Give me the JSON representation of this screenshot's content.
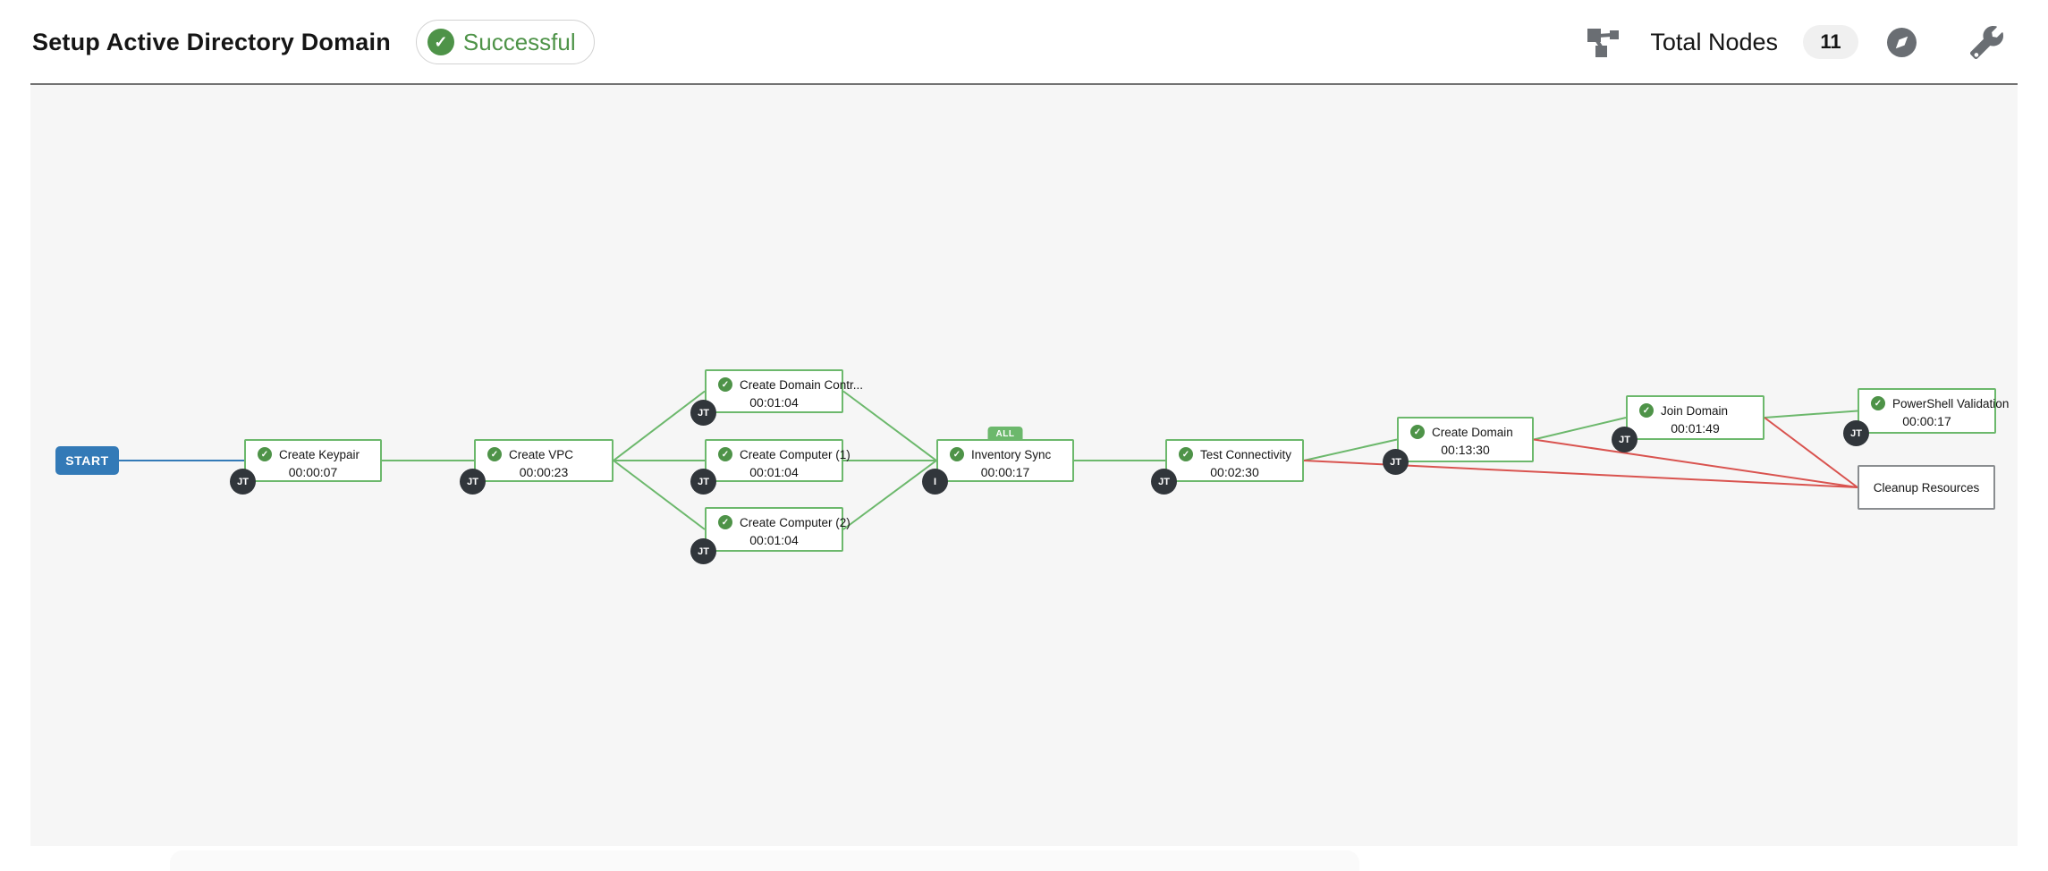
{
  "header": {
    "title": "Setup Active Directory Domain",
    "status": {
      "label": "Successful"
    },
    "total_nodes_label": "Total Nodes",
    "total_nodes_count": "11"
  },
  "workflow": {
    "start_label": "START",
    "nodes": [
      {
        "id": "create-keypair",
        "label": "Create Keypair",
        "elapsed": "00:00:07",
        "status": "successful",
        "type_badge": "JT",
        "convergence": ""
      },
      {
        "id": "create-vpc",
        "label": "Create VPC",
        "elapsed": "00:00:23",
        "status": "successful",
        "type_badge": "JT",
        "convergence": ""
      },
      {
        "id": "create-domain-controller",
        "label": "Create Domain Contr...",
        "elapsed": "00:01:04",
        "status": "successful",
        "type_badge": "JT",
        "convergence": ""
      },
      {
        "id": "create-computer-1",
        "label": "Create Computer (1)",
        "elapsed": "00:01:04",
        "status": "successful",
        "type_badge": "JT",
        "convergence": ""
      },
      {
        "id": "create-computer-2",
        "label": "Create Computer (2)",
        "elapsed": "00:01:04",
        "status": "successful",
        "type_badge": "JT",
        "convergence": ""
      },
      {
        "id": "inventory-sync",
        "label": "Inventory Sync",
        "elapsed": "00:00:17",
        "status": "successful",
        "type_badge": "I",
        "convergence": "ALL"
      },
      {
        "id": "test-connectivity",
        "label": "Test Connectivity",
        "elapsed": "00:02:30",
        "status": "successful",
        "type_badge": "JT",
        "convergence": ""
      },
      {
        "id": "create-domain",
        "label": "Create Domain",
        "elapsed": "00:13:30",
        "status": "successful",
        "type_badge": "JT",
        "convergence": ""
      },
      {
        "id": "join-domain",
        "label": "Join Domain",
        "elapsed": "00:01:49",
        "status": "successful",
        "type_badge": "JT",
        "convergence": ""
      },
      {
        "id": "powershell-validation",
        "label": "PowerShell Validation",
        "elapsed": "00:00:17",
        "status": "successful",
        "type_badge": "JT",
        "convergence": ""
      },
      {
        "id": "cleanup-resources",
        "label": "Cleanup Resources",
        "elapsed": "",
        "status": "not-run",
        "type_badge": "",
        "convergence": ""
      }
    ],
    "links": [
      {
        "from": "start",
        "to": "create-keypair",
        "run": "always"
      },
      {
        "from": "create-keypair",
        "to": "create-vpc",
        "run": "success"
      },
      {
        "from": "create-vpc",
        "to": "create-domain-controller",
        "run": "success"
      },
      {
        "from": "create-vpc",
        "to": "create-computer-1",
        "run": "success"
      },
      {
        "from": "create-vpc",
        "to": "create-computer-2",
        "run": "success"
      },
      {
        "from": "create-domain-controller",
        "to": "inventory-sync",
        "run": "success"
      },
      {
        "from": "create-computer-1",
        "to": "inventory-sync",
        "run": "success"
      },
      {
        "from": "create-computer-2",
        "to": "inventory-sync",
        "run": "success"
      },
      {
        "from": "inventory-sync",
        "to": "test-connectivity",
        "run": "success"
      },
      {
        "from": "test-connectivity",
        "to": "create-domain",
        "run": "success"
      },
      {
        "from": "test-connectivity",
        "to": "cleanup-resources",
        "run": "failure"
      },
      {
        "from": "create-domain",
        "to": "join-domain",
        "run": "success"
      },
      {
        "from": "create-domain",
        "to": "cleanup-resources",
        "run": "failure"
      },
      {
        "from": "join-domain",
        "to": "powershell-validation",
        "run": "success"
      },
      {
        "from": "join-domain",
        "to": "cleanup-resources",
        "run": "failure"
      }
    ]
  },
  "colors": {
    "success_green": "#6CB86C",
    "status_green": "#4E9348",
    "failure_red": "#D9534F",
    "start_blue": "#337AB7",
    "icon_gray": "#6A6E73",
    "node_gray_border": "#8A8D90",
    "canvas_bg": "#F6F6F6"
  }
}
